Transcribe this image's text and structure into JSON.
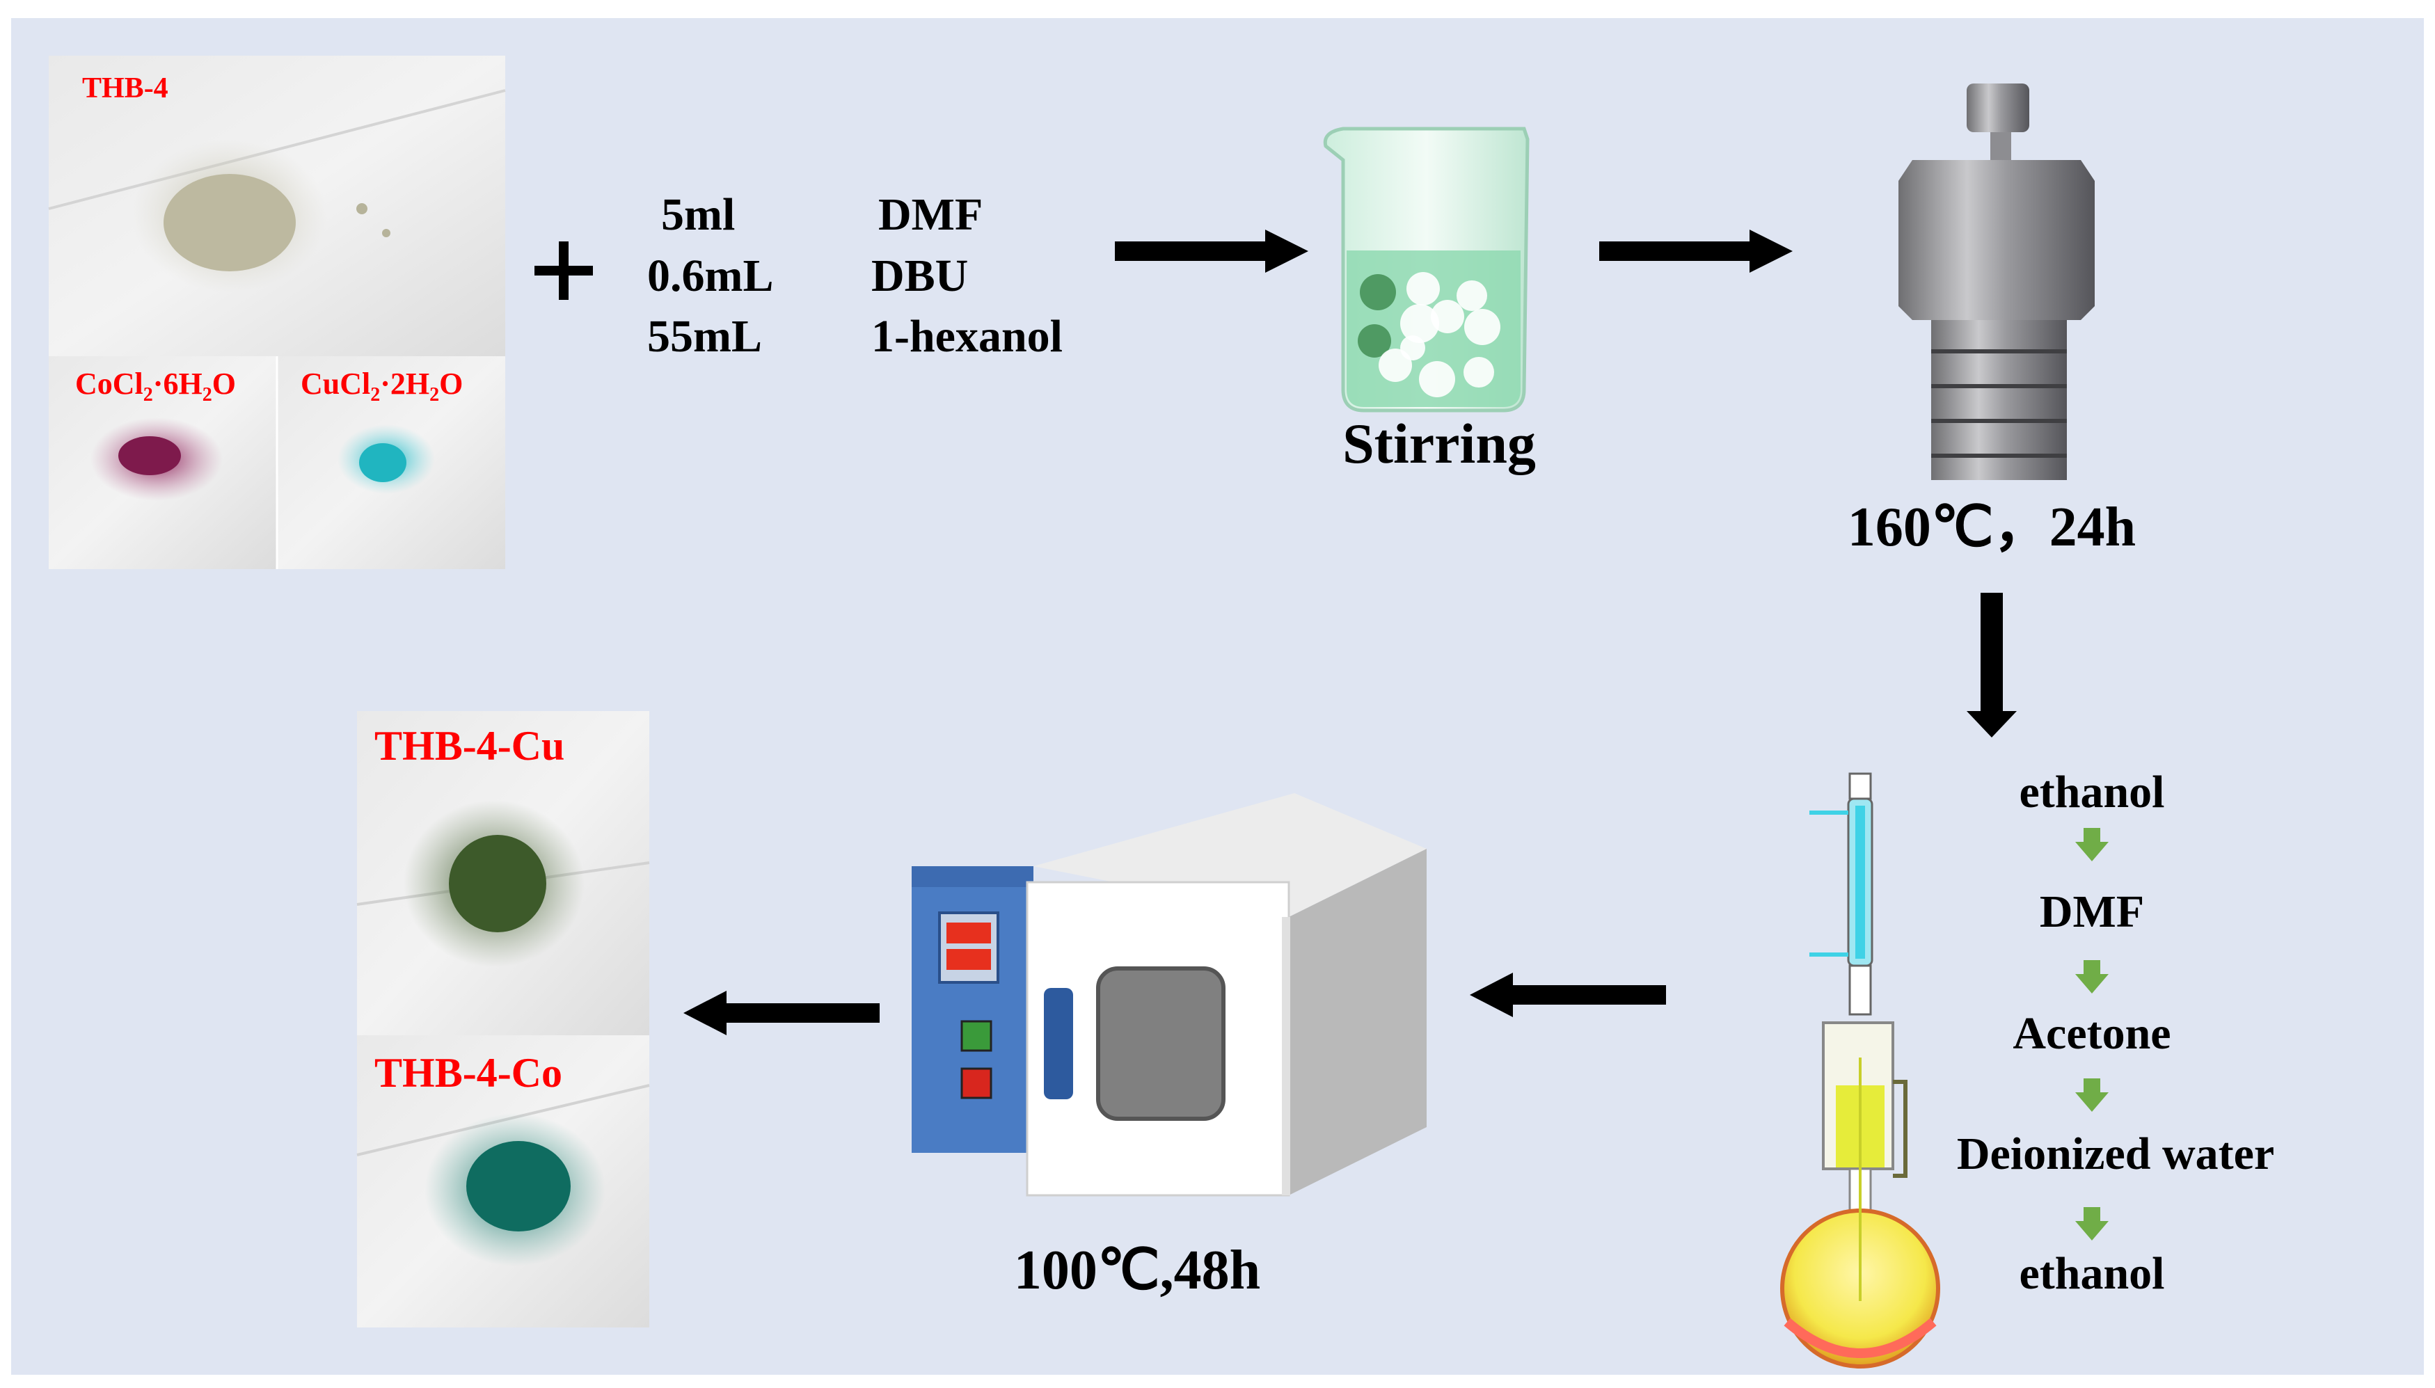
{
  "photos": {
    "thb4": "THB-4",
    "cocl2_prefix": "CoCl",
    "cocl2_sub1": "2",
    "cocl2_mid": "·6H",
    "cocl2_sub2": "2",
    "cocl2_suffix": "O",
    "cucl2_prefix": "CuCl",
    "cucl2_sub1": "2",
    "cucl2_mid": "·2H",
    "cucl2_sub2": "2",
    "cucl2_suffix": "O",
    "thb4_cu": "THB-4-Cu",
    "thb4_co": "THB-4-Co"
  },
  "reagents": [
    {
      "amount": "5ml",
      "name": "DMF"
    },
    {
      "amount": "0.6mL",
      "name": "DBU"
    },
    {
      "amount": "55mL",
      "name": "1-hexanol"
    }
  ],
  "steps": {
    "stirring": "Stirring",
    "reactor": "160℃，24h",
    "oven": "100℃,48h"
  },
  "washing": [
    "ethanol",
    "DMF",
    "Acetone",
    "Deionized water",
    "ethanol"
  ],
  "colors": {
    "background": "#dfe5f2",
    "label_red": "#ff0000",
    "arrow": "#000000",
    "wash_arrow": "#70ad47",
    "oven_panel": "#4a7cc4"
  }
}
